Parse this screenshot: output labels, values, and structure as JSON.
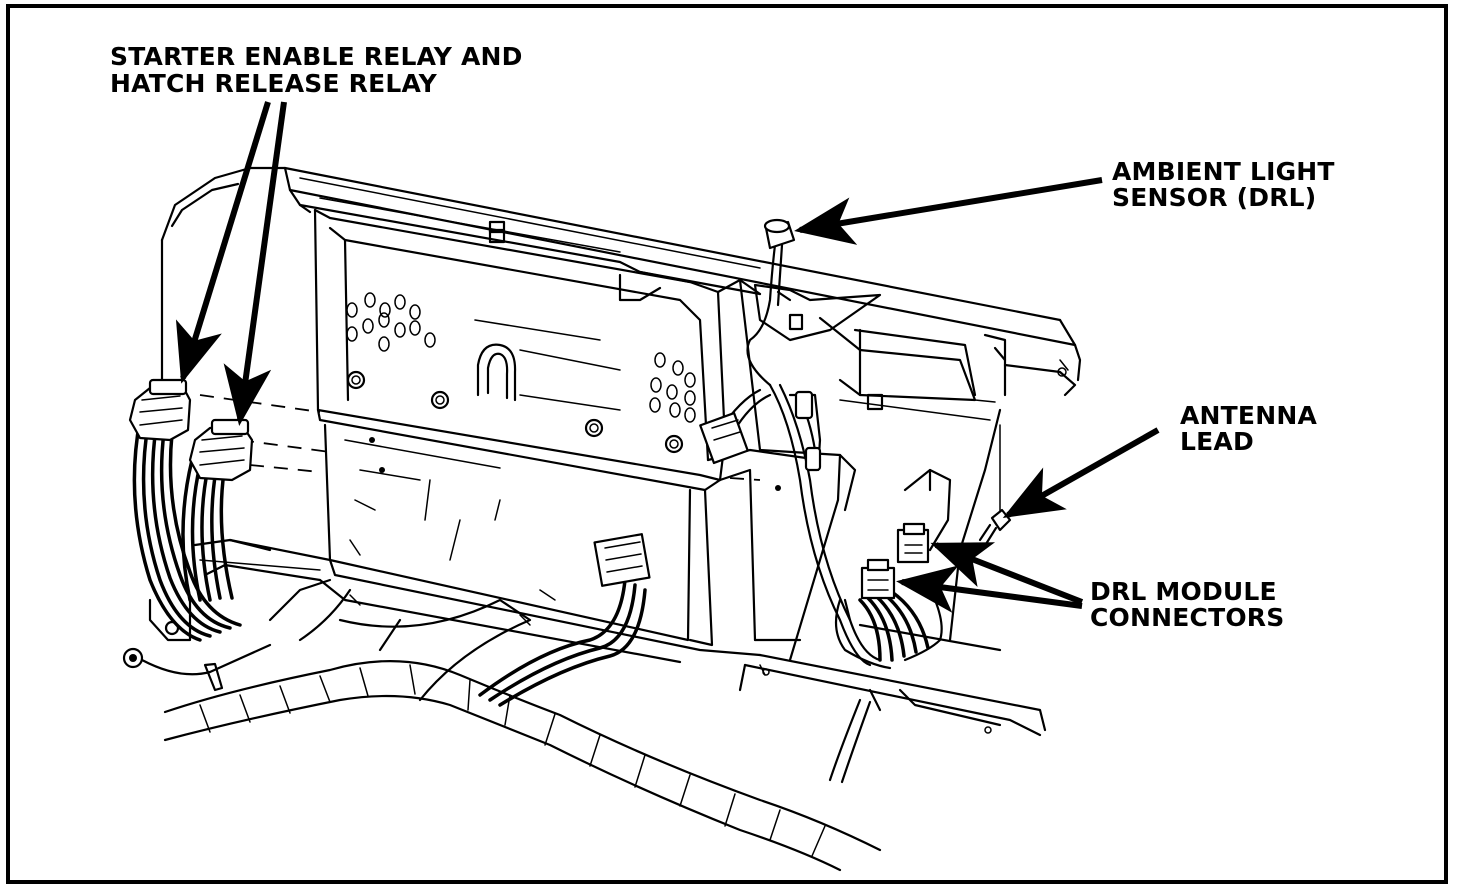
{
  "colors": {
    "ink": "#000000",
    "paper": "#ffffff"
  },
  "labels": {
    "starter_relay_line1": "STARTER ENABLE RELAY AND",
    "starter_relay_line2": "HATCH RELEASE RELAY",
    "ambient_line1": "AMBIENT LIGHT",
    "ambient_line2": "SENSOR (DRL)",
    "antenna_line1": "ANTENNA",
    "antenna_line2": "LEAD",
    "drl_line1": "DRL MODULE",
    "drl_line2": "CONNECTORS"
  }
}
